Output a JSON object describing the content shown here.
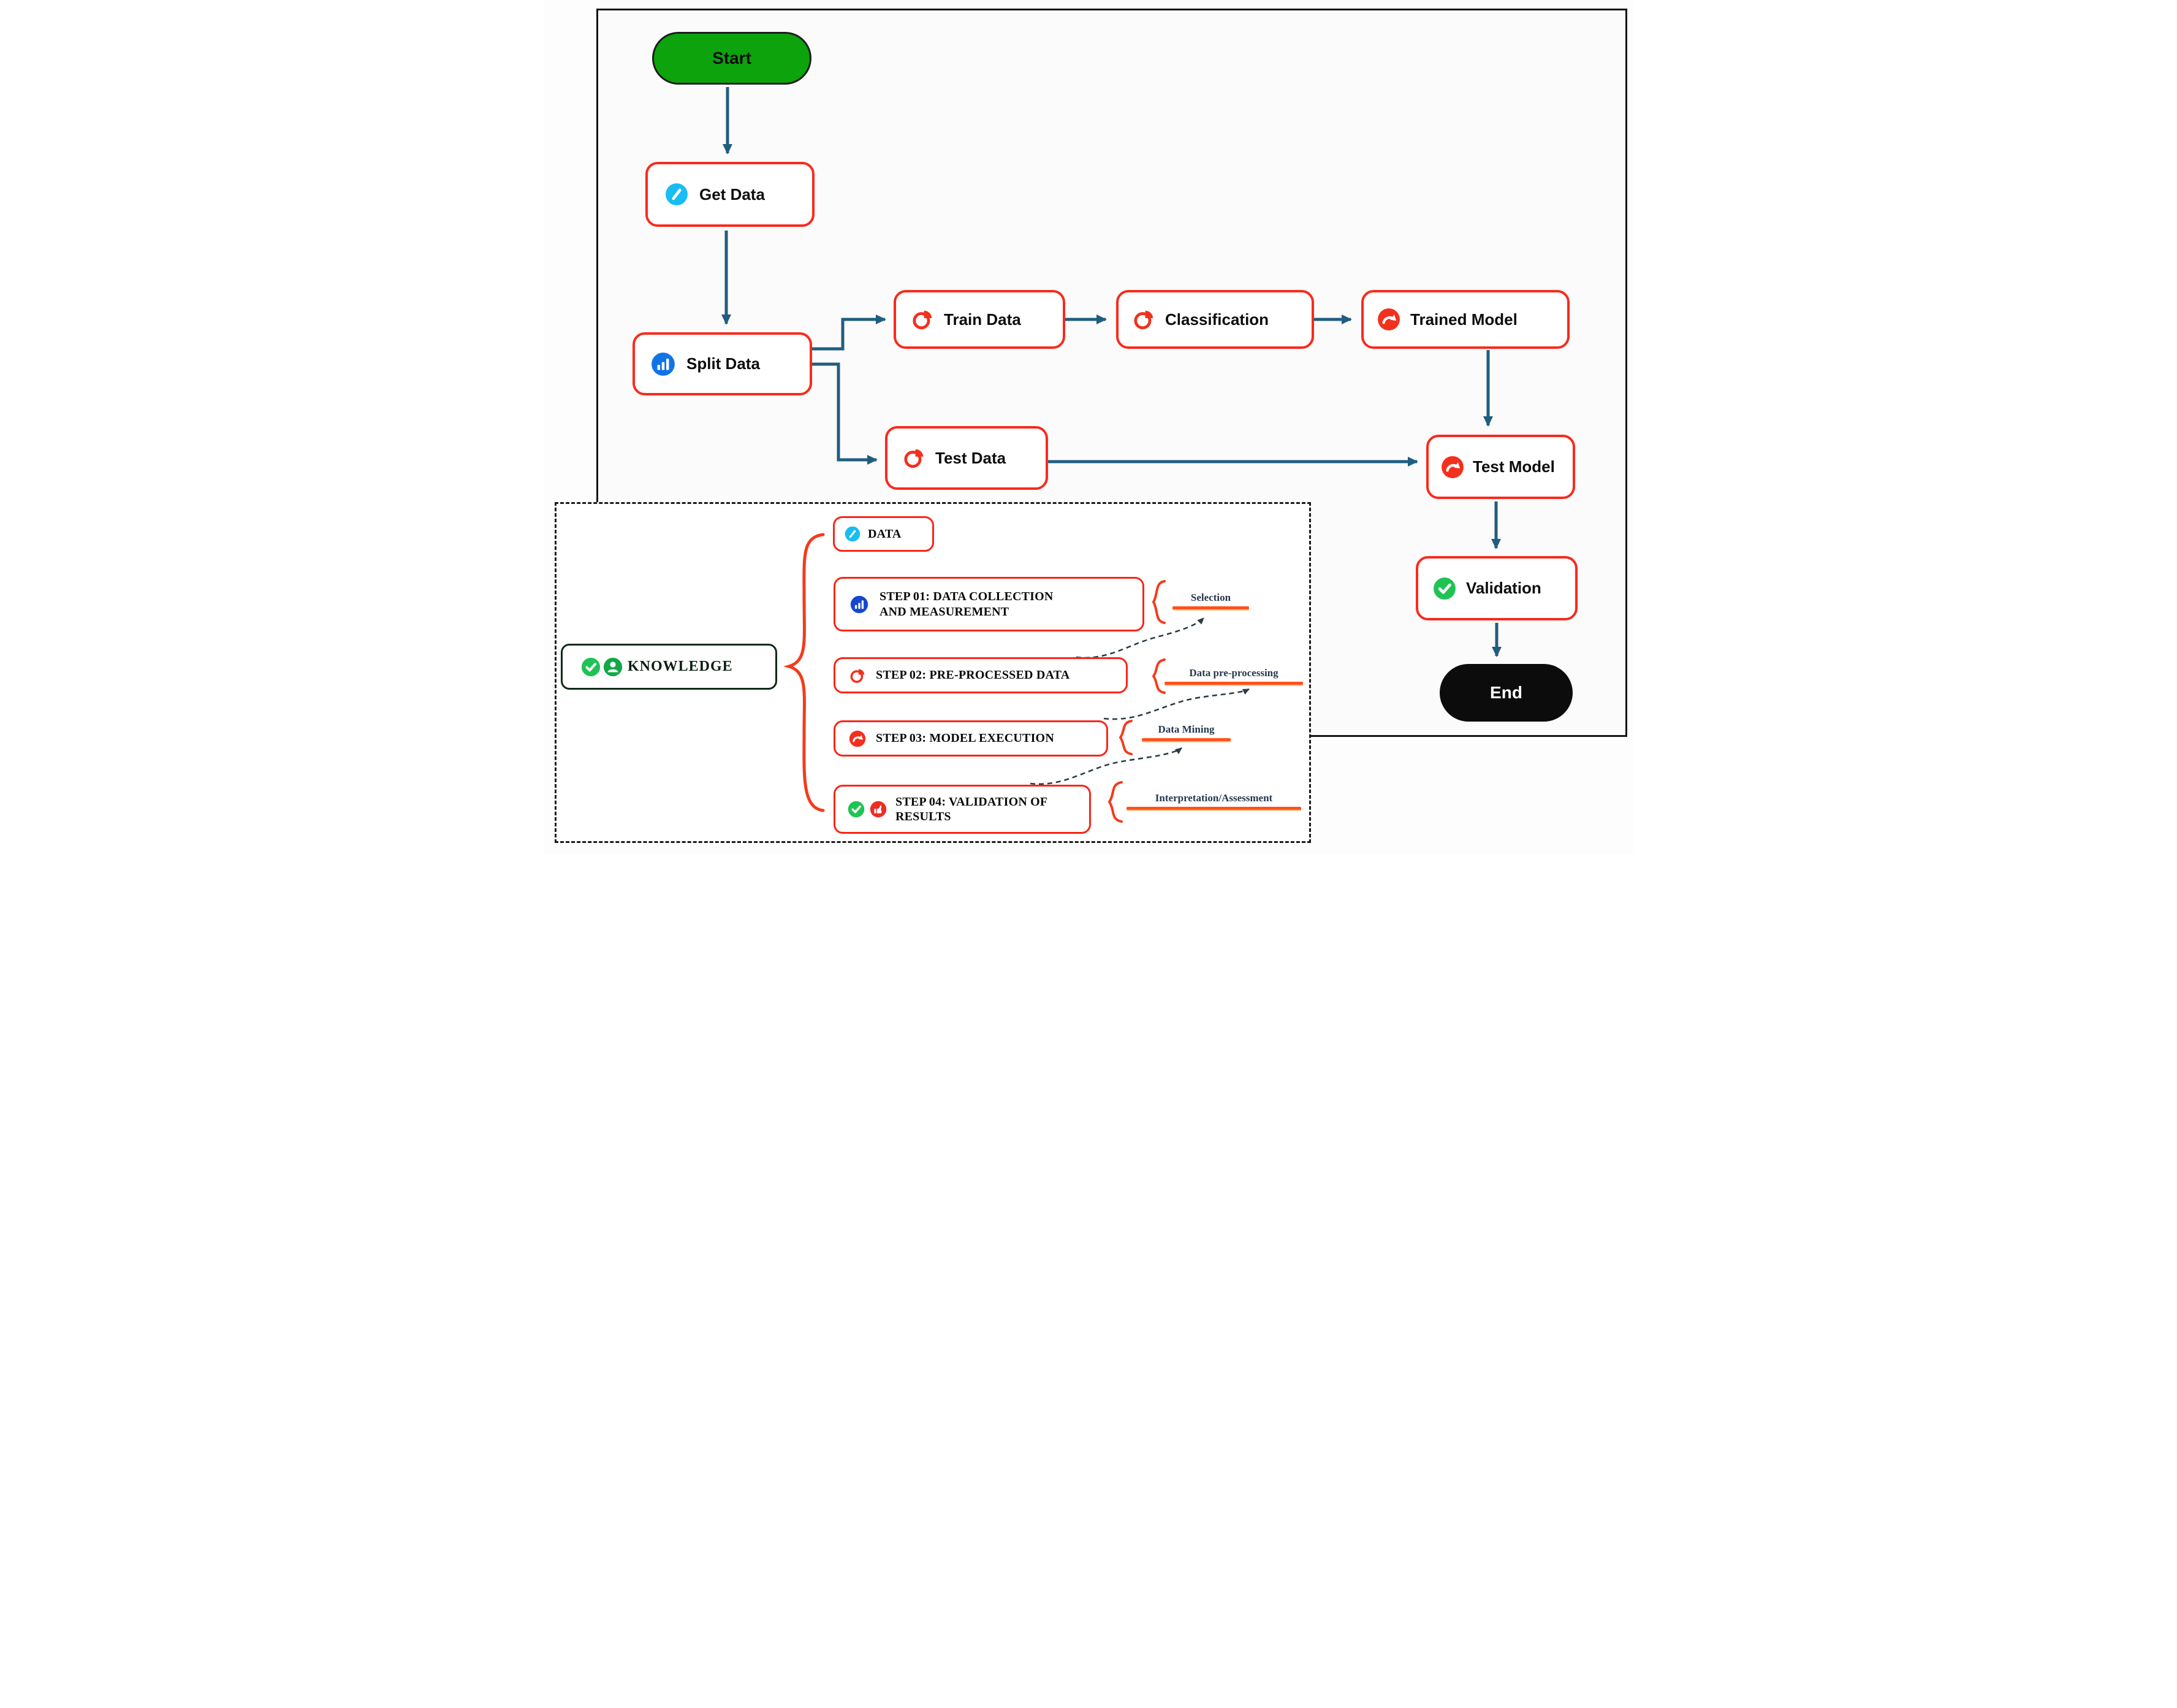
{
  "figure": {
    "type": "flowchart",
    "colors": {
      "node_border": "#f92a1c",
      "arrow": "#205e80",
      "start_fill": "#0da30d",
      "end_fill": "#0c0c0c",
      "annotation_underline": "#ff521c",
      "brace": "#f43b1c",
      "knowledge_border": "#0d2a18"
    }
  },
  "flow": {
    "start": {
      "label": "Start"
    },
    "get_data": {
      "label": "Get Data",
      "icon": "pencil-icon"
    },
    "split_data": {
      "label": "Split Data",
      "icon": "bar-chart-icon"
    },
    "train_data": {
      "label": "Train Data",
      "icon": "pie-chart-icon"
    },
    "classification": {
      "label": "Classification",
      "icon": "pie-chart-icon"
    },
    "trained_model": {
      "label": "Trained Model",
      "icon": "redo-arrow-icon"
    },
    "test_data": {
      "label": "Test Data",
      "icon": "pie-chart-icon"
    },
    "test_model": {
      "label": "Test Model",
      "icon": "redo-arrow-icon"
    },
    "validation": {
      "label": "Validation",
      "icon": "check-icon"
    },
    "end": {
      "label": "End"
    }
  },
  "knowledge_panel": {
    "knowledge": {
      "label": "KNOWLEDGE",
      "icons": [
        "check-icon",
        "person-icon"
      ]
    },
    "data": {
      "label": "DATA",
      "icon": "pencil-icon"
    },
    "steps": [
      {
        "label": "STEP 01: DATA COLLECTION AND MEASUREMENT",
        "icon": "bar-chart-icon",
        "annotation": "Selection"
      },
      {
        "label": "STEP 02: PRE-PROCESSED DATA",
        "icon": "pie-chart-icon",
        "annotation": "Data pre-processing"
      },
      {
        "label": "STEP 03: MODEL EXECUTION",
        "icon": "redo-arrow-icon",
        "annotation": "Data Mining"
      },
      {
        "label": "STEP 04: VALIDATION OF RESULTS",
        "icon": "check-thumb-icons",
        "annotation": "Interpretation/Assessment"
      }
    ]
  }
}
